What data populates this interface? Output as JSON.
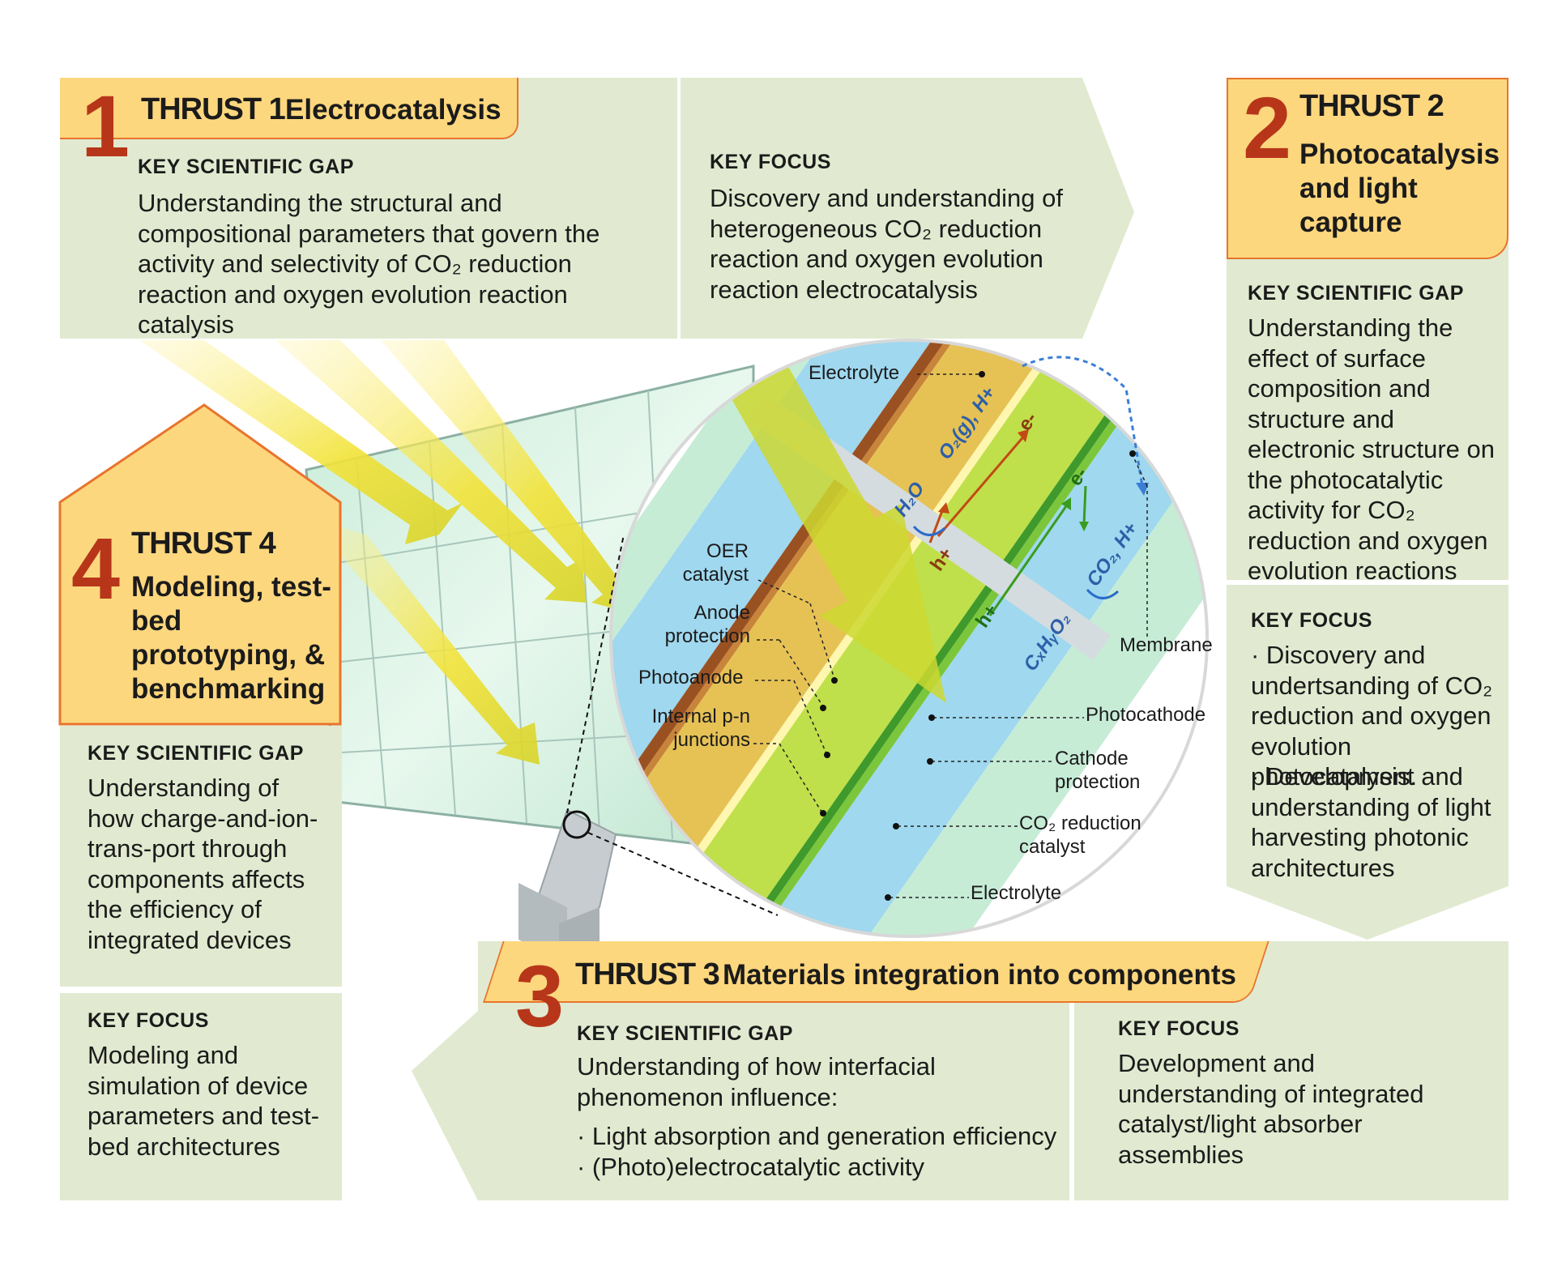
{
  "thrust1": {
    "number": "1",
    "title_bold": "THRUST 1",
    "title_rest": "Electrocatalysis",
    "gap_label": "KEY SCIENTIFIC GAP",
    "gap_text": "Understanding the structural and compositional parameters that govern the activity and selectivity of CO₂ reduction reaction and oxygen evolution reaction catalysis",
    "focus_label": "KEY FOCUS",
    "focus_text": "Discovery and understanding of heterogeneous CO₂ reduction reaction and oxygen evolution reaction electrocatalysis"
  },
  "thrust2": {
    "number": "2",
    "title_bold": "THRUST 2",
    "title_rest": "Photocatalysis and light capture",
    "gap_label": "KEY SCIENTIFIC GAP",
    "gap_text": "Understanding the effect of surface composition and structure and electronic structure on the photocatalytic activity for CO₂ reduction and oxygen evolution reactions",
    "focus_label": "KEY FOCUS",
    "focus_items": [
      "· Discovery and undertsanding of CO₂ reduction and oxygen evolution photocatalysis.",
      "· Development and understanding of light harvesting photonic architectures"
    ]
  },
  "thrust3": {
    "number": "3",
    "title_bold": "THRUST 3",
    "title_rest": "Materials integration into components",
    "gap_label": "KEY SCIENTIFIC GAP",
    "gap_text": "Understanding of how interfacial phenomenon influence:",
    "gap_items": [
      "· Light absorption and generation efficiency",
      "· (Photo)electrocatalytic activity"
    ],
    "focus_label": "KEY FOCUS",
    "focus_text": "Development and understanding of integrated catalyst/light absorber assemblies"
  },
  "thrust4": {
    "number": "4",
    "title_bold": "THRUST 4",
    "title_rest": "Modeling, test-bed prototyping, & benchmarking",
    "gap_label": "KEY SCIENTIFIC GAP",
    "gap_text": "Understanding of how charge-and-ion-trans-port through components affects the efficiency of integrated devices",
    "focus_label": "KEY FOCUS",
    "focus_text": "Modeling and simulation of device parameters and test-bed architectures"
  },
  "diagram": {
    "electrolyte_top": "Electrolyte",
    "oer_catalyst": "OER catalyst",
    "anode_protection": "Anode protection",
    "photoanode": "Photoanode",
    "pn_junctions": "Internal p-n junctions",
    "membrane": "Membrane",
    "photocathode": "Photocathode",
    "cathode_protection": "Cathode protection",
    "co2_catalyst": "CO₂ reduction catalyst",
    "electrolyte_bottom": "Electrolyte",
    "h2o": "H₂O",
    "o2": "O₂(g), H+",
    "co2": "CO₂, H+",
    "cxhyoz": "CₓHᵧO₂",
    "e_top": "e-",
    "h_top": "h+",
    "e_bot": "e-",
    "h_bot": "h+"
  },
  "colors": {
    "panel": "#e1ead0",
    "header": "#fdd77e",
    "header_border": "#e8742d",
    "number": "#b7361a"
  }
}
